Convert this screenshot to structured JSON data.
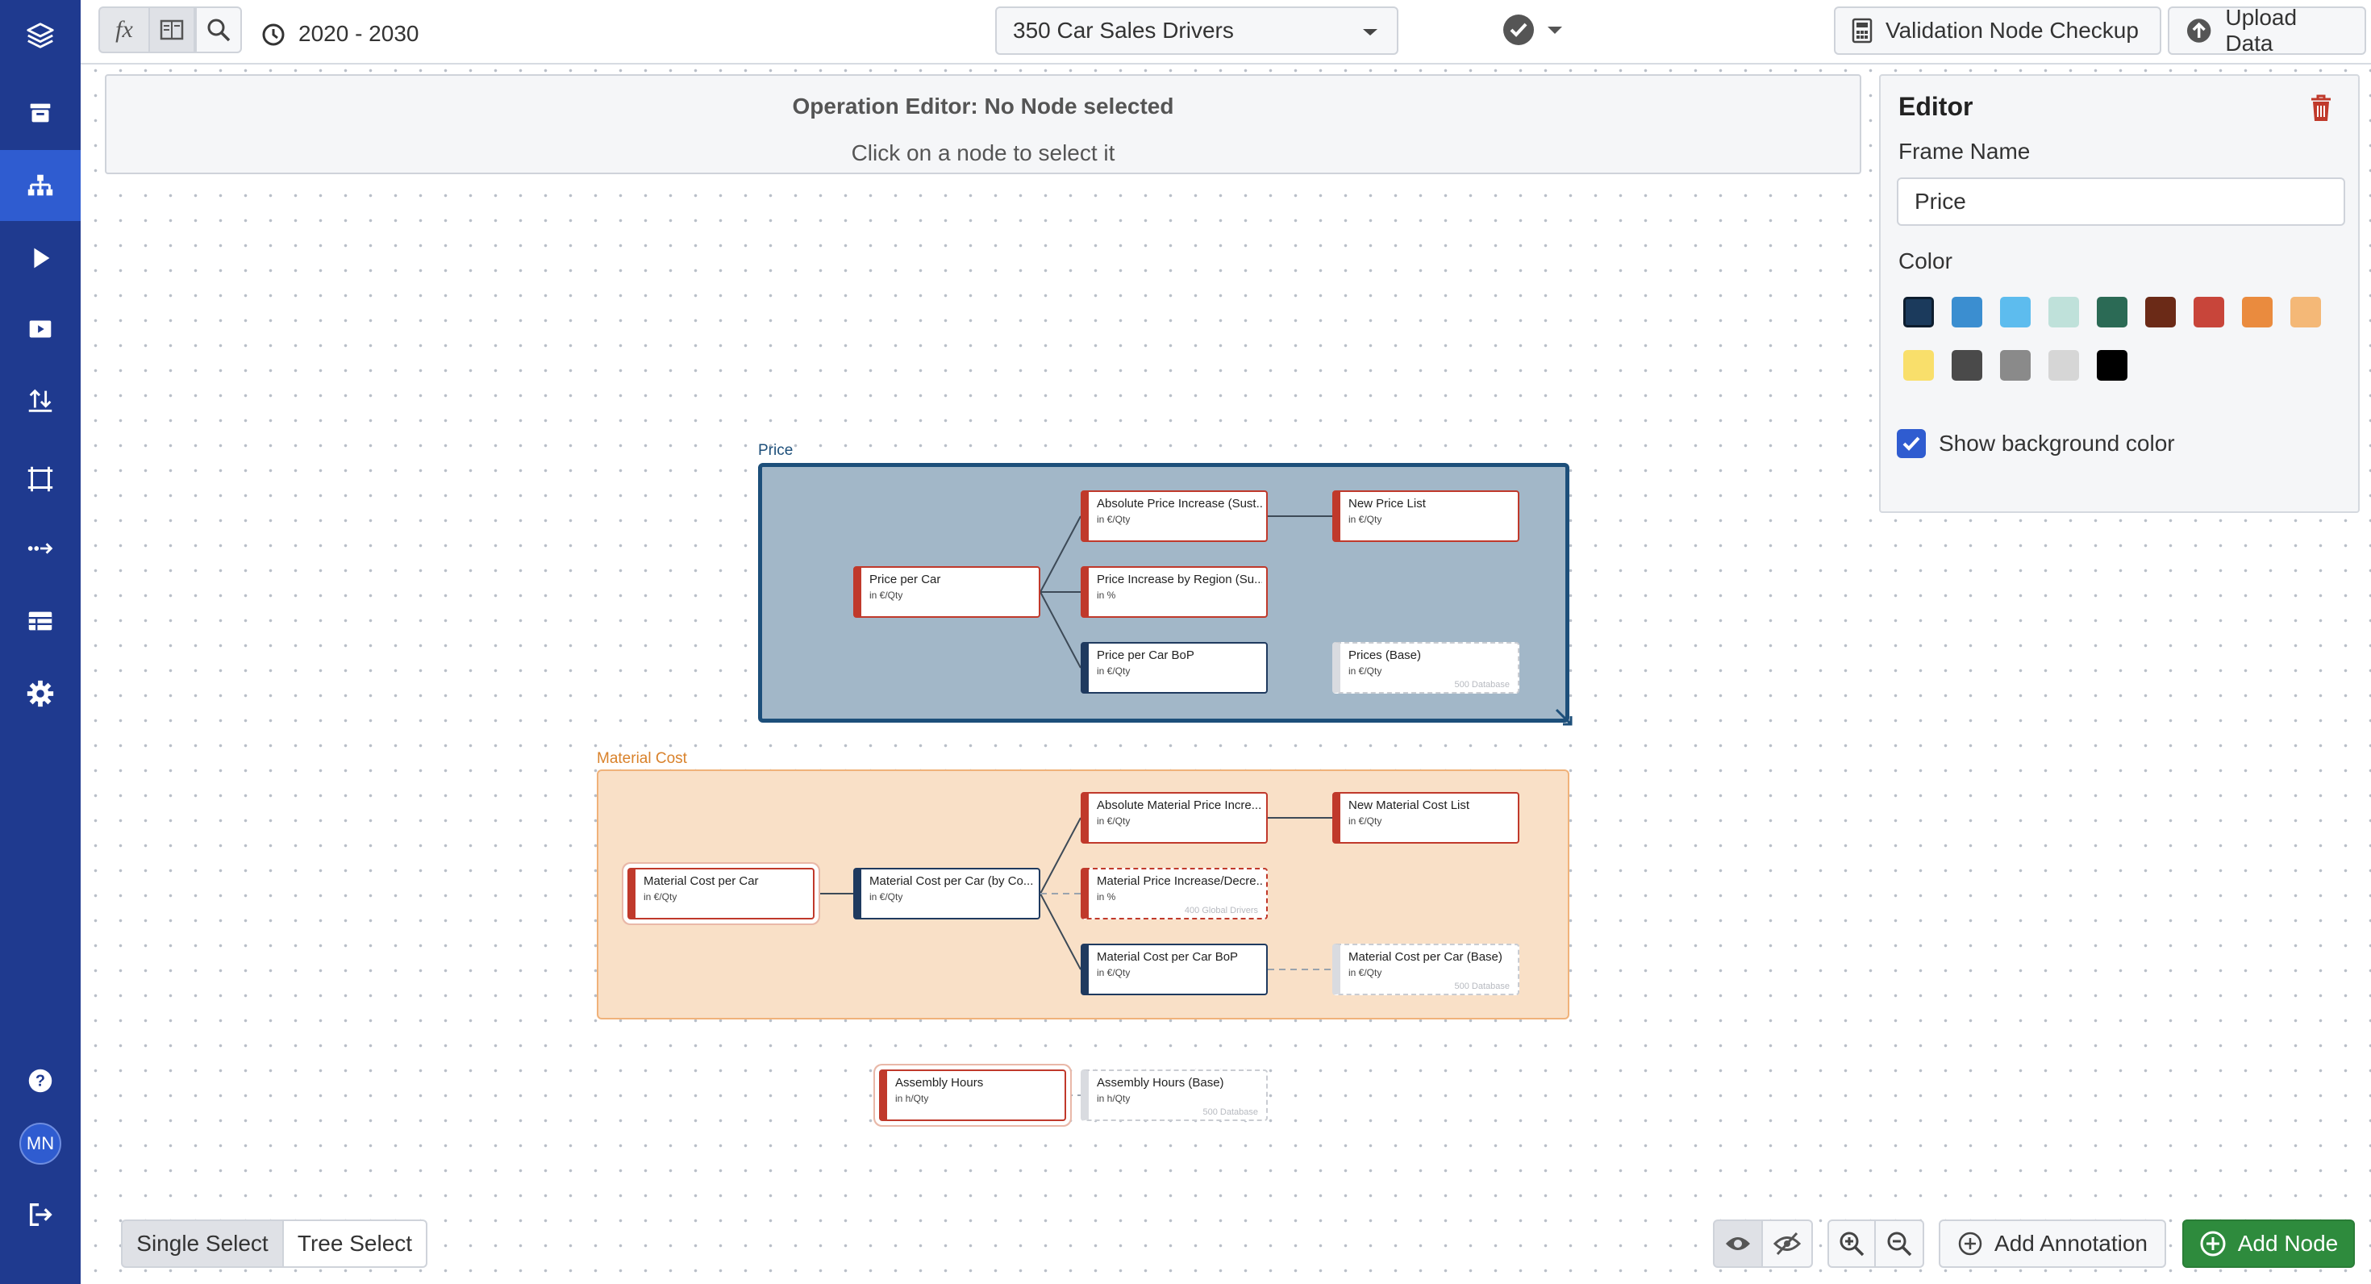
{
  "colors": {
    "sidebar": "#1f3a8f",
    "sidebar_active": "#2f5cd0",
    "add_node_green": "#2e8b3d",
    "price_frame_fill": "#a2b7c8",
    "price_frame_border": "#1d4f7a",
    "material_frame_fill": "#f9e0c7",
    "material_frame_border": "#f0b27a",
    "node_red": "#c0392b",
    "node_blue": "#1f3a5f"
  },
  "sidebar": {
    "items": [
      {
        "icon": "layers-icon",
        "active": false
      },
      {
        "icon": "archive-icon",
        "active": false
      },
      {
        "icon": "sitemap-icon",
        "active": true
      },
      {
        "icon": "play-icon",
        "active": false
      },
      {
        "icon": "video-icon",
        "active": false
      },
      {
        "icon": "upload-sort-icon",
        "active": false
      },
      {
        "icon": "frame-icon",
        "active": false
      },
      {
        "icon": "arrow-dots-icon",
        "active": false
      },
      {
        "icon": "table-icon",
        "active": false
      },
      {
        "icon": "gear-icon",
        "active": false
      }
    ],
    "help_icon": "help-icon",
    "avatar_initials": "MN",
    "logout_icon": "logout-icon"
  },
  "topbar": {
    "formula_label": "fx",
    "date_range": "2020 - 2030",
    "model_select": "350 Car Sales Drivers",
    "validation_button": "Validation Node Checkup",
    "upload_button": "Upload Data"
  },
  "operation_editor": {
    "title": "Operation Editor: No Node selected",
    "hint": "Click on a node to select it"
  },
  "editor": {
    "title": "Editor",
    "frame_name_label": "Frame Name",
    "frame_name_value": "Price",
    "color_label": "Color",
    "swatches": [
      "#1b3a5c",
      "#3b8ed0",
      "#5dbcee",
      "#bfe1da",
      "#2b6a55",
      "#6b2a17",
      "#c8453a",
      "#ea8b3e",
      "#f4b877",
      "#f9df6b",
      "#4a4a4a",
      "#8a8a8a",
      "#d6d6d6",
      "#000000"
    ],
    "selected_swatch": 0,
    "show_bg_label": "Show background color",
    "show_bg_checked": true
  },
  "frames": {
    "price": {
      "label": "Price",
      "nodes": {
        "price_per_car": {
          "title": "Price per Car",
          "unit": "in €/Qty"
        },
        "abs_price_increase": {
          "title": "Absolute Price Increase (Sust...",
          "unit": "in €/Qty"
        },
        "new_price_list": {
          "title": "New Price List",
          "unit": "in €/Qty"
        },
        "price_increase_region": {
          "title": "Price Increase by Region (Su...",
          "unit": "in %"
        },
        "price_per_car_bop": {
          "title": "Price per Car BoP",
          "unit": "in €/Qty"
        },
        "prices_base": {
          "title": "Prices (Base)",
          "unit": "in €/Qty",
          "tag": "500 Database"
        }
      }
    },
    "material": {
      "label": "Material Cost",
      "nodes": {
        "material_cost_per_car": {
          "title": "Material Cost per Car",
          "unit": "in €/Qty"
        },
        "material_cost_by_co": {
          "title": "Material Cost per Car (by Co...",
          "unit": "in €/Qty"
        },
        "abs_material_price_increase": {
          "title": "Absolute Material Price Incre...",
          "unit": "in €/Qty"
        },
        "new_material_cost_list": {
          "title": "New Material Cost List",
          "unit": "in €/Qty"
        },
        "material_price_increase": {
          "title": "Material Price Increase/Decre...",
          "unit": "in %",
          "tag": "400 Global Drivers"
        },
        "material_cost_bop": {
          "title": "Material Cost per Car BoP",
          "unit": "in €/Qty"
        },
        "material_cost_base": {
          "title": "Material Cost per Car (Base)",
          "unit": "in €/Qty",
          "tag": "500 Database"
        }
      }
    },
    "loose": {
      "assembly_hours": {
        "title": "Assembly Hours",
        "unit": "in h/Qty"
      },
      "assembly_hours_base": {
        "title": "Assembly Hours (Base)",
        "unit": "in h/Qty",
        "tag": "500 Database"
      }
    }
  },
  "bottombar": {
    "single_select": "Single Select",
    "tree_select": "Tree Select",
    "add_annotation": "Add Annotation",
    "add_node": "Add Node"
  }
}
